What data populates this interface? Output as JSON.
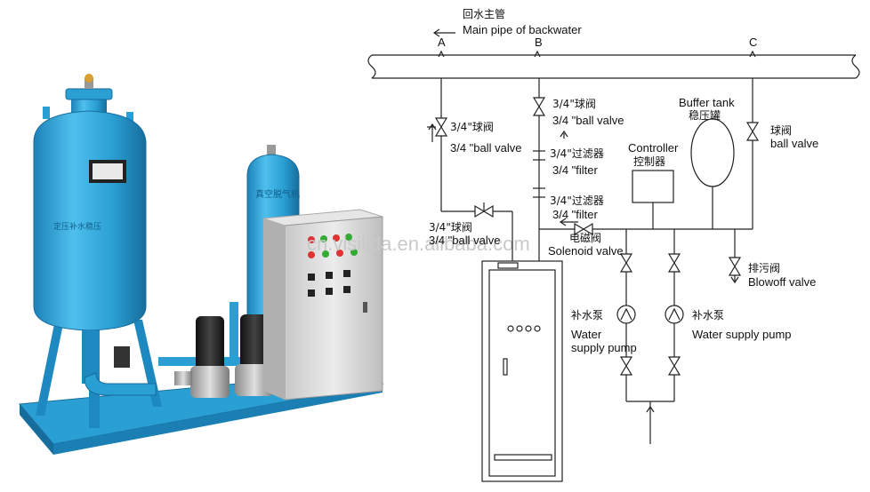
{
  "diagram": {
    "main_pipe": {
      "cn": "回水主管",
      "en": "Main pipe of backwater"
    },
    "points": {
      "a": "A",
      "b": "B",
      "c": "C"
    },
    "ball_valve_left": {
      "cn": "3/4\"球阀",
      "en": "3/4 \"ball valve"
    },
    "ball_valve_b": {
      "cn": "3/4\"球阀",
      "en": "3/4 \"ball valve"
    },
    "filter_1": {
      "cn": "3/4\"过滤器",
      "en": "3/4 \"filter"
    },
    "filter_2": {
      "cn": "3/4\"过滤器",
      "en": "3/4 \"filter"
    },
    "ball_valve_bypass": {
      "cn": "3/4\"球阀",
      "en": "3/4 \"ball valve"
    },
    "solenoid_valve": {
      "cn": "电磁阀",
      "en": "Solenoid valve"
    },
    "controller": {
      "en": "Controller",
      "cn": "控制器"
    },
    "buffer_tank": {
      "en": "Buffer tank",
      "cn": "稳压罐"
    },
    "ball_valve_c": {
      "cn": "球阀",
      "en": "ball valve"
    },
    "blowoff_valve": {
      "cn": "排污阀",
      "en": "Blowoff valve"
    },
    "pump_1": {
      "cn": "补水泵",
      "en1": "Water",
      "en2": "supply pump"
    },
    "pump_2": {
      "cn": "补水泵",
      "en": "Water supply pump"
    }
  },
  "photo": {
    "tank_plate_text": "定压补水稳压",
    "small_tank_text": "真空脱气机"
  },
  "watermark": "cn.visilida.en.alibaba.com",
  "colors": {
    "tank_blue": "#2a9fd3",
    "tank_dark": "#1b7fb4",
    "cabinet": "#dcdcdc",
    "line": "#222222"
  }
}
